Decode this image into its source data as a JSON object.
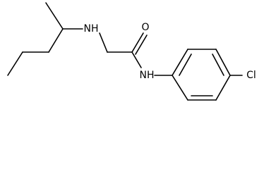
{
  "molecule": {
    "atom_labels": {
      "amine_nitrogen": "NH",
      "carbonyl_oxygen": "O",
      "amide_nitrogen": "NH",
      "chlorine": "Cl"
    },
    "colors": {
      "bond": "#000000",
      "label": "#000000",
      "background": "#ffffff"
    }
  }
}
